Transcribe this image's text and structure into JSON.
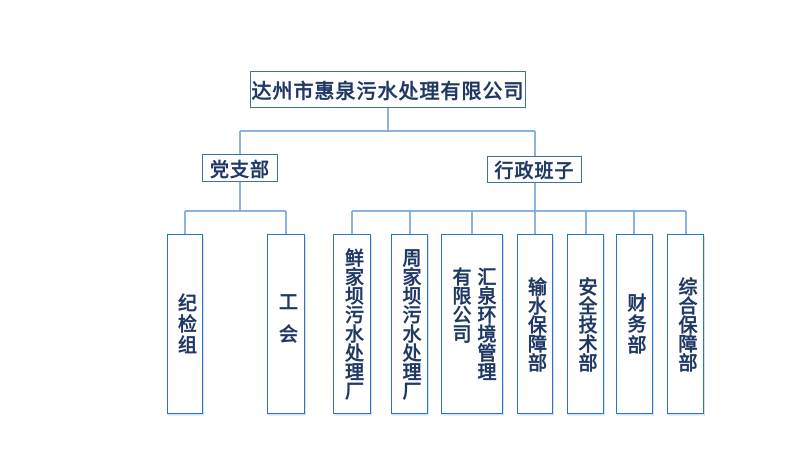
{
  "org": {
    "root": {
      "label": "达州市惠泉污水处理有限公司"
    },
    "branches": [
      {
        "label": "党支部",
        "children": [
          {
            "label": "纪检组"
          },
          {
            "label": "工会"
          }
        ]
      },
      {
        "label": "行政班子",
        "children": [
          {
            "label": "鲜家坝污水处理厂"
          },
          {
            "label": "周家坝污水处理厂"
          },
          {
            "label": "汇泉环境管理有限公司",
            "lines": [
              "汇泉环境管理",
              "有限公司"
            ]
          },
          {
            "label": "输水保障部"
          },
          {
            "label": "安全技术部"
          },
          {
            "label": "财务部"
          },
          {
            "label": "综合保障部"
          }
        ]
      }
    ]
  },
  "colors": {
    "text": "#1f3864",
    "root_border": "#41719c",
    "branch_border": "#41719c",
    "dept_border": "#2b76c2",
    "connector": "#7aa7d9",
    "background": "#ffffff"
  }
}
